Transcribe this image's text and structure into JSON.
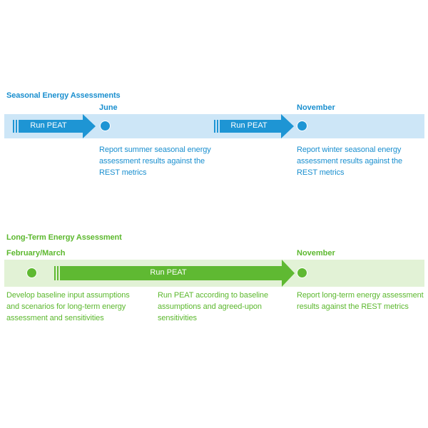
{
  "colors": {
    "seasonal_text": "#1a8fcf",
    "seasonal_band": "#cde6f7",
    "seasonal_arrow": "#1e95d4",
    "longterm_text": "#5cb82e",
    "longterm_band": "#e2f2d6",
    "longterm_arrow": "#5fb932",
    "white": "#ffffff"
  },
  "seasonal": {
    "title": "Seasonal Energy Assessments",
    "milestones": [
      {
        "date": "June",
        "description": "Report summer seasonal energy assessment results against the REST metrics"
      },
      {
        "date": "November",
        "description": "Report winter seasonal energy assessment results against the REST metrics"
      }
    ],
    "arrows": [
      {
        "label": "Run PEAT"
      },
      {
        "label": "Run PEAT"
      }
    ]
  },
  "long_term": {
    "title": "Long-Term Energy Assessment",
    "start_date": "February/March",
    "end_date": "November",
    "arrow": {
      "label": "Run PEAT"
    },
    "descriptions": [
      "Develop baseline input assumptions and scenarios for long-term energy assessment and sensitivities",
      "Run PEAT according to baseline assumptions and agreed-upon sensitivities",
      "Report long-term energy assessment results against the REST metrics"
    ]
  }
}
